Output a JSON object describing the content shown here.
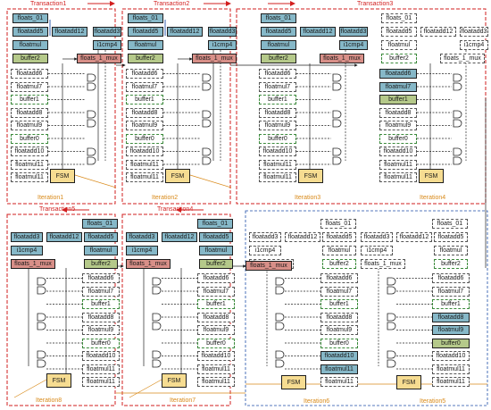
{
  "diagram": {
    "transactions": [
      "Transaction1",
      "Transaction2",
      "Transaction3",
      "Transaction4",
      "Transaction5"
    ],
    "iterations": [
      "Iteration1",
      "Iteration2",
      "Iteration3",
      "Iteration4",
      "Iteration5",
      "Iteration6",
      "Iteration7",
      "Iteration8"
    ],
    "blocks": {
      "floats_01": "floats_01",
      "floatadd5": "floatadd5",
      "floatadd12": "floatadd12",
      "floatadd3": "floatadd3",
      "floatmul": "floatmul",
      "i1cmp4": "i1cmp4",
      "buffer2": "buffer2",
      "floats_1_mux": "floats_1_mux",
      "floatadd6": "floatadd6",
      "floatmul7": "floatmul7",
      "buffer1": "buffer1",
      "floatadd8": "floatadd8",
      "floatmul9": "floatmul9",
      "buffer0": "buffer0",
      "floatadd10": "floatadd10",
      "floatmul11": "floatmul11",
      "floatmul11b": "floatmul11",
      "fsm": "FSM"
    },
    "colors": {
      "transaction_border": "#d21f1f",
      "iteration_text": "#d98a1a",
      "active_compute": "#86b8c8",
      "buffer_active": "#b5c98a",
      "mux_active": "#d88f88",
      "fsm": "#f6dc91"
    }
  }
}
